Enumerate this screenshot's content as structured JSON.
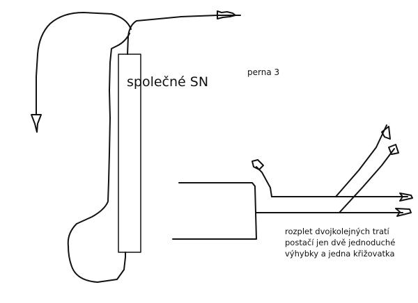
{
  "diagram": {
    "main_label": "společné SN",
    "platform_label": "perna 3",
    "note_lines": [
      "rozplet dvojkolejných tratí",
      "postačí jen dvě jednoduché",
      "výhybky a jedna křižovatka"
    ],
    "stroke_color": "#111111",
    "background_color": "#ffffff"
  }
}
